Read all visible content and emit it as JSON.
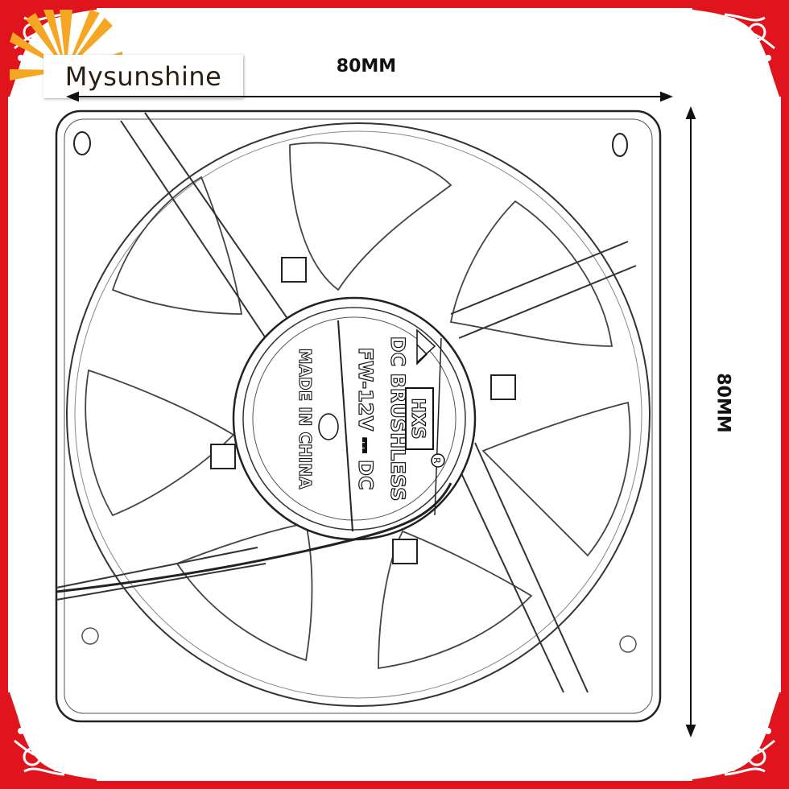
{
  "brand": {
    "name": "Mysunshine"
  },
  "dimensions": {
    "width_label": "80MM",
    "height_label": "80MM"
  },
  "fan_label": {
    "logo_text": "HXS",
    "line1": "DC BRUSHLESS",
    "line2": "FW-12V ⎓ DC",
    "line3": "MADE IN CHINA",
    "registered_mark": "R"
  },
  "colors": {
    "frame_red": "#e0141c",
    "sun_orange": "#f5a623",
    "ink": "#111111"
  }
}
